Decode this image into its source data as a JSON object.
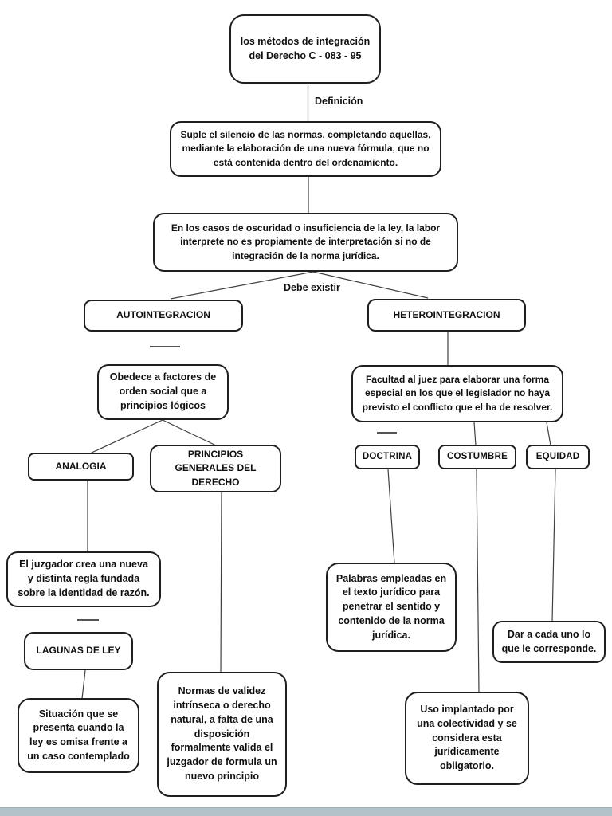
{
  "page": {
    "background": "#ffffff",
    "box_border_color": "#1f1f1f",
    "connector_color": "#404040",
    "text_color": "#101010",
    "footer_strip_color": "#b3c1c9"
  },
  "diagram": {
    "root": "los métodos de integración del Derecho C - 083 - 95",
    "labels": {
      "definicion": "Definición",
      "debe_existir": "Debe existir"
    },
    "definicion": "Suple el silencio de las normas, completando aquellas, mediante la elaboración de una nueva fórmula, que no está contenida dentro del ordenamiento.",
    "contexto": "En los casos de oscuridad o insuficiencia de la ley, la labor interprete no es propiamente de interpretación si no de integración de la norma jurídica.",
    "autointegracion": {
      "title": "AUTOINTEGRACION",
      "descripcion": "Obedece a factores de orden social que a principios lógicos",
      "analogia": {
        "title": "ANALOGIA",
        "descripcion": "El juzgador crea una nueva y distinta regla fundada sobre la identidad de razón.",
        "lagunas_de_ley": {
          "title": "LAGUNAS DE LEY",
          "descripcion": "Situación que se presenta cuando la ley es omisa frente a un caso contemplado"
        }
      },
      "principios_generales": {
        "title": "PRINCIPIOS GENERALES DEL DERECHO",
        "descripcion": "Normas de validez intrínseca o derecho natural, a falta de una disposición formalmente valida el juzgador de formula un nuevo principio"
      }
    },
    "heterointegracion": {
      "title": "HETEROINTEGRACION",
      "descripcion": "Facultad al juez para elaborar una forma especial en los que el legislador no haya previsto el conflicto que el ha de resolver.",
      "doctrina": {
        "title": "DOCTRINA",
        "descripcion": "Palabras empleadas en el texto jurídico para penetrar el sentido y contenido de la norma jurídica."
      },
      "costumbre": {
        "title": "COSTUMBRE",
        "descripcion": "Uso implantado por una colectividad y se considera esta jurídicamente obligatorio."
      },
      "equidad": {
        "title": "EQUIDAD",
        "descripcion": "Dar a cada uno lo que le corresponde."
      }
    }
  }
}
